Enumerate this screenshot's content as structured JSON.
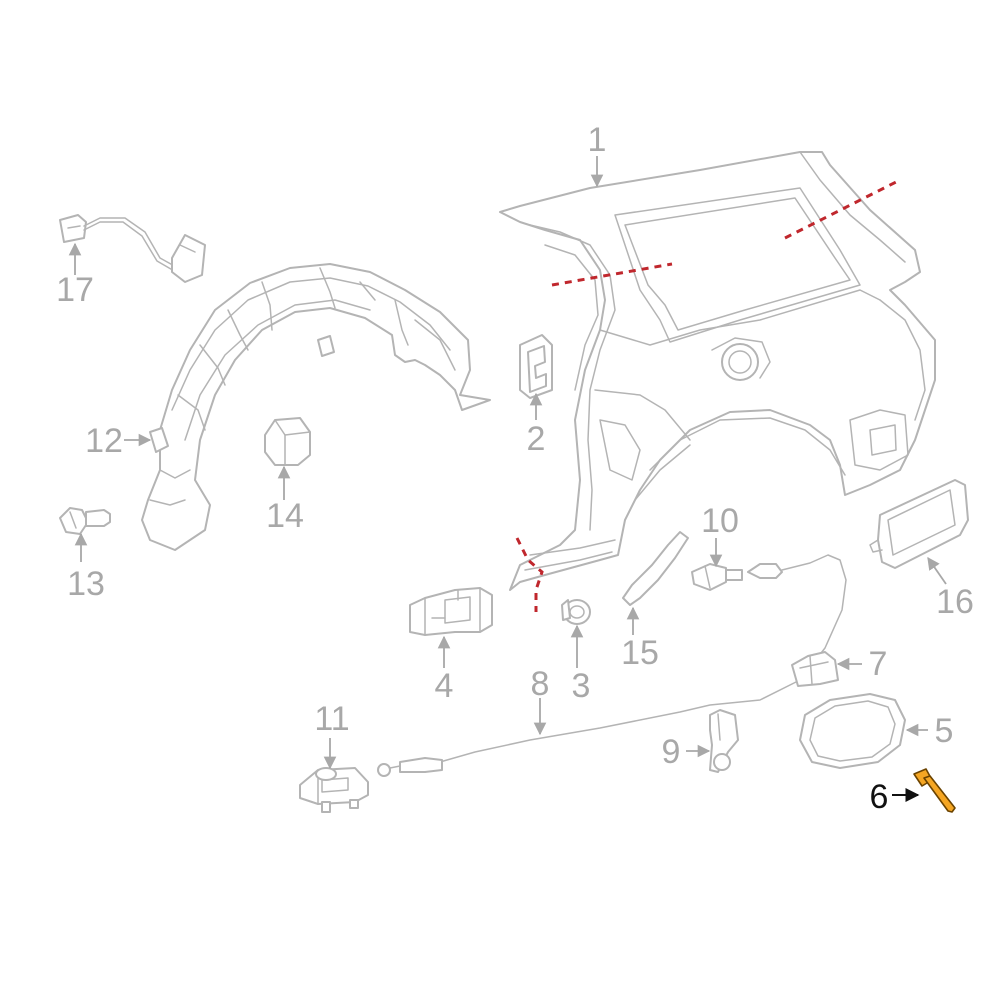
{
  "diagram": {
    "colors": {
      "line": "#b4b4b4",
      "label": "#a8a8a8",
      "cut_line": "#c0272d",
      "highlight_fill": "#f5a623",
      "highlight_label": "#111111"
    },
    "callouts": {
      "c1": "1",
      "c2": "2",
      "c3": "3",
      "c4": "4",
      "c5": "5",
      "c6": "6",
      "c7": "7",
      "c8": "8",
      "c9": "9",
      "c10": "10",
      "c11": "11",
      "c12": "12",
      "c13": "13",
      "c14": "14",
      "c15": "15",
      "c16": "16",
      "c17": "17"
    },
    "highlighted_part": "6"
  }
}
